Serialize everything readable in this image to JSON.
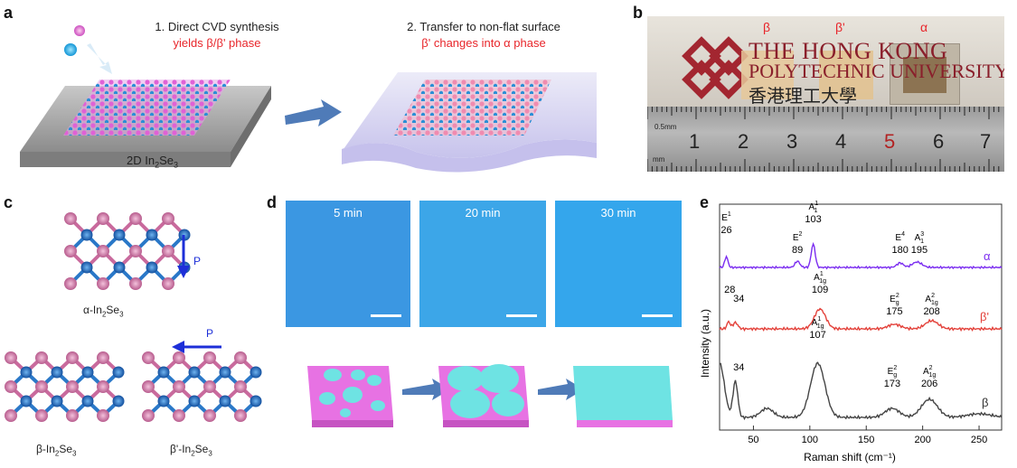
{
  "panels": {
    "a": {
      "label": "a",
      "step1_title": "1. Direct CVD synthesis",
      "step1_sub": "yields β/β' phase",
      "step2_title": "2. Transfer to non-flat surface",
      "step2_sub": "β' changes into α phase",
      "substrate_label": "2D In",
      "substrate_sub1": "2",
      "substrate_mid": "Se",
      "substrate_sub2": "3"
    },
    "b": {
      "label": "b",
      "phase_labels": [
        "β",
        "β'",
        "α"
      ],
      "logo_line1": "THE HONG KONG",
      "logo_line2": "POLYTECHNIC UNIVERSITY",
      "logo_chinese": "香港理工大學",
      "ruler_numbers": [
        "1",
        "2",
        "3",
        "4",
        "5",
        "6",
        "7"
      ],
      "ruler_small": [
        "0.5mm",
        "mm"
      ]
    },
    "c": {
      "label": "c",
      "alpha": {
        "name": "α-In",
        "s1": "2",
        "mid": "Se",
        "s2": "3"
      },
      "beta": {
        "name": "β-In",
        "s1": "2",
        "mid": "Se",
        "s2": "3"
      },
      "betap": {
        "name": "β'-In",
        "s1": "2",
        "mid": "Se",
        "s2": "3"
      },
      "p_label": "P"
    },
    "d": {
      "label": "d",
      "times": [
        "5 min",
        "20 min",
        "30 min"
      ]
    },
    "e": {
      "label": "e",
      "ylabel": "Intensity (a.u.)",
      "xlabel": "Raman shift (cm⁻¹)",
      "xticks": [
        "50",
        "100",
        "150",
        "200",
        "250"
      ],
      "series_labels": {
        "alpha": "α",
        "betap": "β'",
        "beta": "β"
      },
      "alpha_peaks": [
        {
          "mode": "E",
          "sup": "1",
          "sub": "",
          "value": "26"
        },
        {
          "mode": "E",
          "sup": "2",
          "sub": "",
          "value": "89"
        },
        {
          "mode": "A",
          "sup": "1",
          "sub": "1",
          "value": "103"
        },
        {
          "mode": "E",
          "sup": "4",
          "sub": "",
          "value": "180"
        },
        {
          "mode": "A",
          "sup": "3",
          "sub": "1",
          "value": "195"
        }
      ],
      "betap_peaks": [
        {
          "mode": "",
          "sup": "",
          "sub": "",
          "value": "28"
        },
        {
          "mode": "",
          "sup": "",
          "sub": "",
          "value": "34"
        },
        {
          "mode": "A",
          "sup": "1",
          "sub": "1g",
          "value": "109"
        },
        {
          "mode": "E",
          "sup": "2",
          "sub": "g",
          "value": "175"
        },
        {
          "mode": "A",
          "sup": "2",
          "sub": "1g",
          "value": "208"
        }
      ],
      "beta_peaks": [
        {
          "mode": "",
          "sup": "",
          "sub": "",
          "value": "34"
        },
        {
          "mode": "A",
          "sup": "1",
          "sub": "1g",
          "value": "107"
        },
        {
          "mode": "E",
          "sup": "2",
          "sub": "g",
          "value": "173"
        },
        {
          "mode": "A",
          "sup": "2",
          "sub": "1g",
          "value": "206"
        }
      ]
    }
  },
  "colors": {
    "red": "#e8262b",
    "alpha_line": "#7b2df0",
    "betap_line": "#e3413a",
    "beta_line": "#444444",
    "se_atom": "#d97aa8",
    "in_atom": "#1e6fc0",
    "film": "#3fa7e6",
    "cyan": "#6ee3e3",
    "magenta": "#e772e3"
  }
}
